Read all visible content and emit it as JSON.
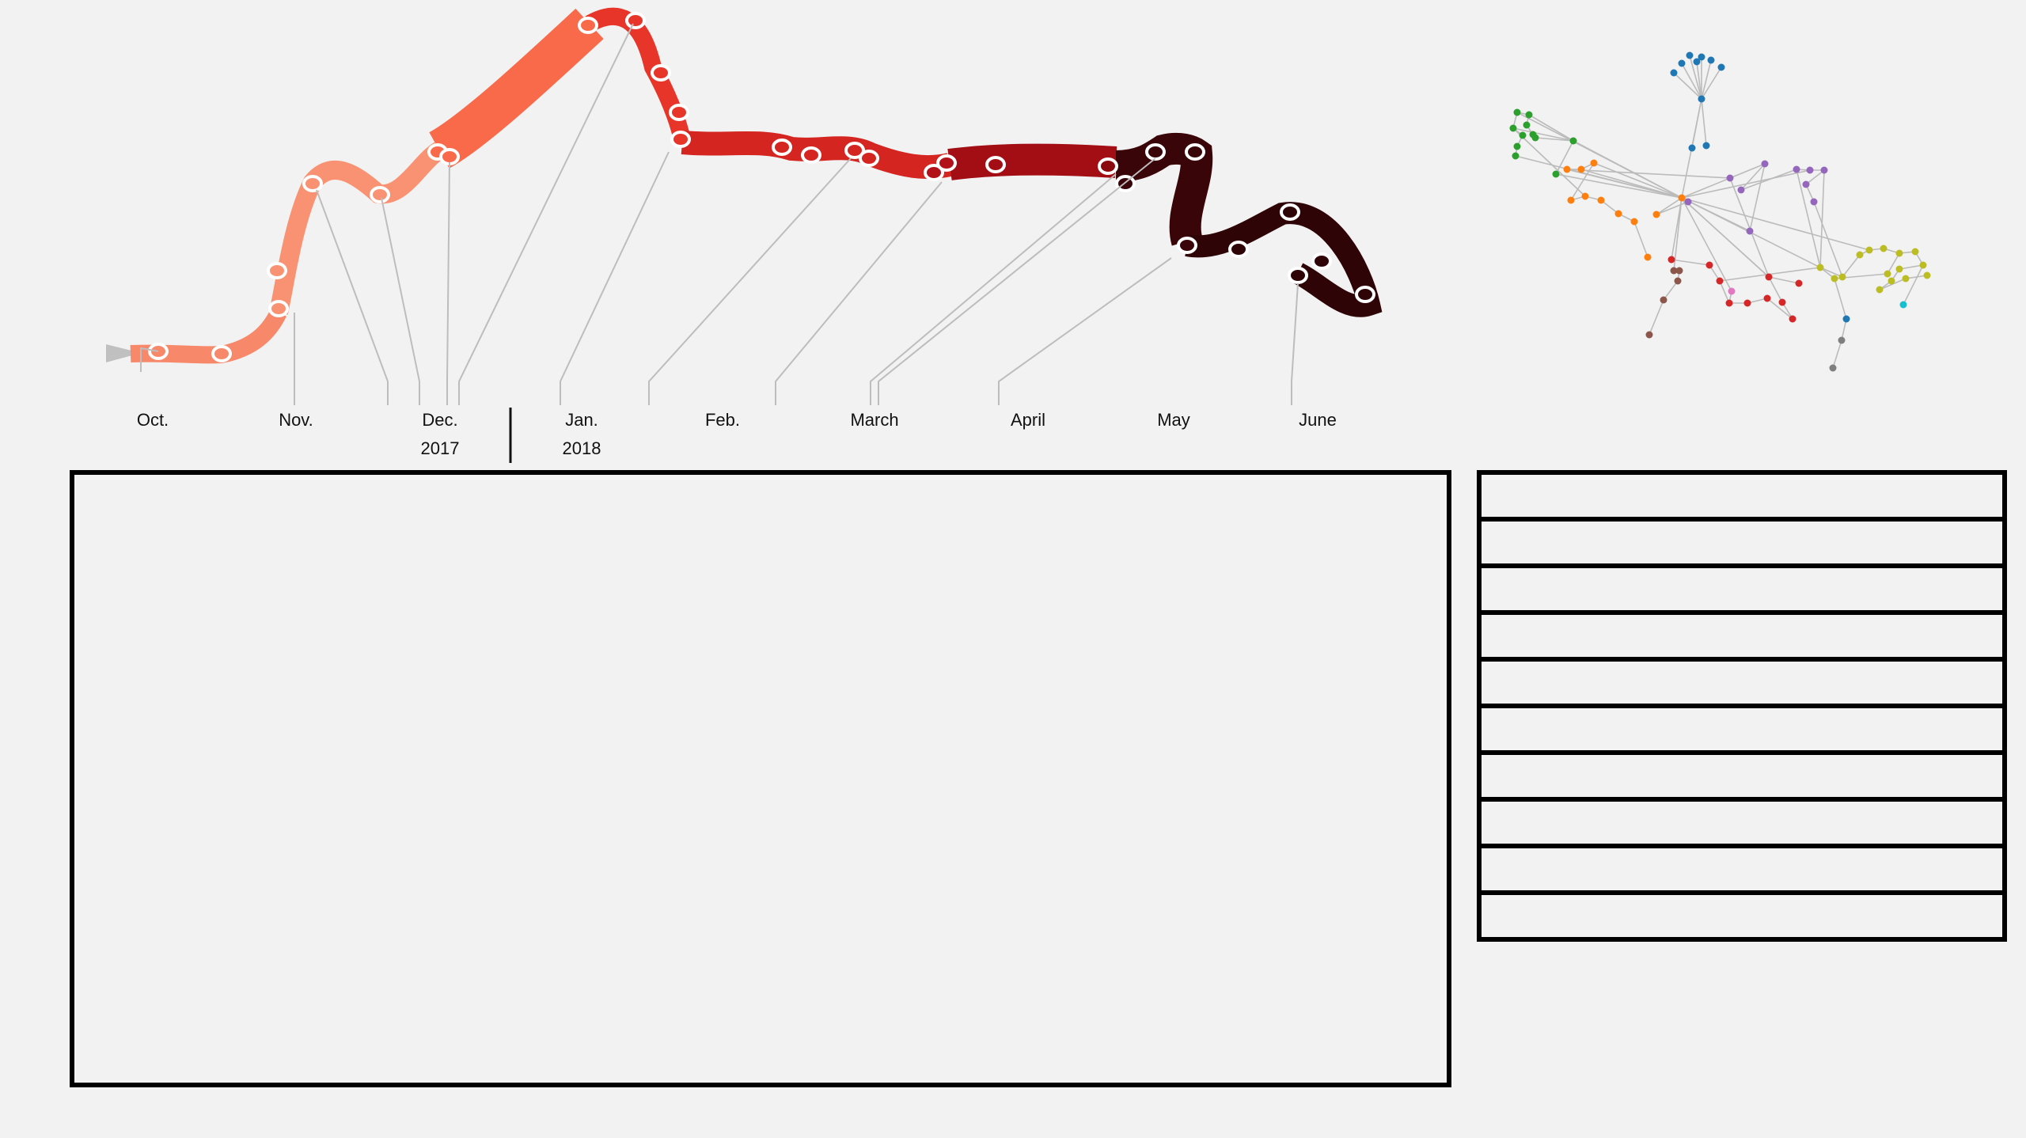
{
  "timeline": {
    "months": [
      "Oct.",
      "Nov.",
      "Dec.",
      "Jan.",
      "Feb.",
      "March",
      "April",
      "May",
      "June"
    ],
    "years": [
      "2017",
      "2018"
    ],
    "colors": [
      "#f7886a",
      "#f96a4a",
      "#e8352a",
      "#b3111a",
      "#3a0508"
    ]
  },
  "network": {
    "group_colors": [
      "#1f77b4",
      "#2ca02c",
      "#ff7f0e",
      "#9467bd",
      "#d62728",
      "#8c564b",
      "#bcbd22",
      "#e377c2",
      "#17becf",
      "#7f7f7f"
    ],
    "edge_color": "#bbbbbb"
  },
  "side_panel": {
    "rows": 10
  }
}
